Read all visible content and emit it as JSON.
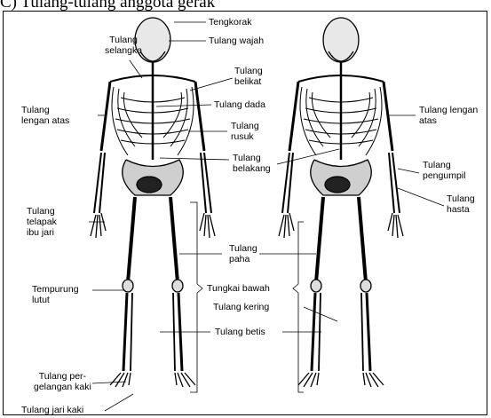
{
  "heading": "C) Tulang-tulang anggota gerak",
  "labels": {
    "tengkorak": "Tengkorak",
    "wajah": "Tulang wajah",
    "selangka_1": "Tulang",
    "selangka_2": "selangka",
    "belikat_1": "Tulang",
    "belikat_2": "belikat",
    "dada": "Tulang dada",
    "rusuk_1": "Tulang",
    "rusuk_2": "rusuk",
    "lengan_atas_l1": "Tulang",
    "lengan_atas_l2": "lengan atas",
    "lengan_atas_r1": "Tulang lengan",
    "lengan_atas_r2": "atas",
    "belakang_1": "Tulang",
    "belakang_2": "belakang",
    "pengumpil_1": "Tulang",
    "pengumpil_2": "pengumpil",
    "hasta_1": "Tulang",
    "hasta_2": "hasta",
    "telapak_1": "Tulang",
    "telapak_2": "telapak",
    "telapak_3": "ibu jari",
    "paha_1": "Tulang",
    "paha_2": "paha",
    "tungkai_bawah": "Tungkai bawah",
    "tempurung_1": "Tempurung",
    "tempurung_2": "lutut",
    "kering": "Tulang kering",
    "betis": "Tulang betis",
    "pergelangan_1": "Tulang per-",
    "pergelangan_2": "gelangan kaki",
    "jari_kaki": "Tulang jari kaki"
  }
}
